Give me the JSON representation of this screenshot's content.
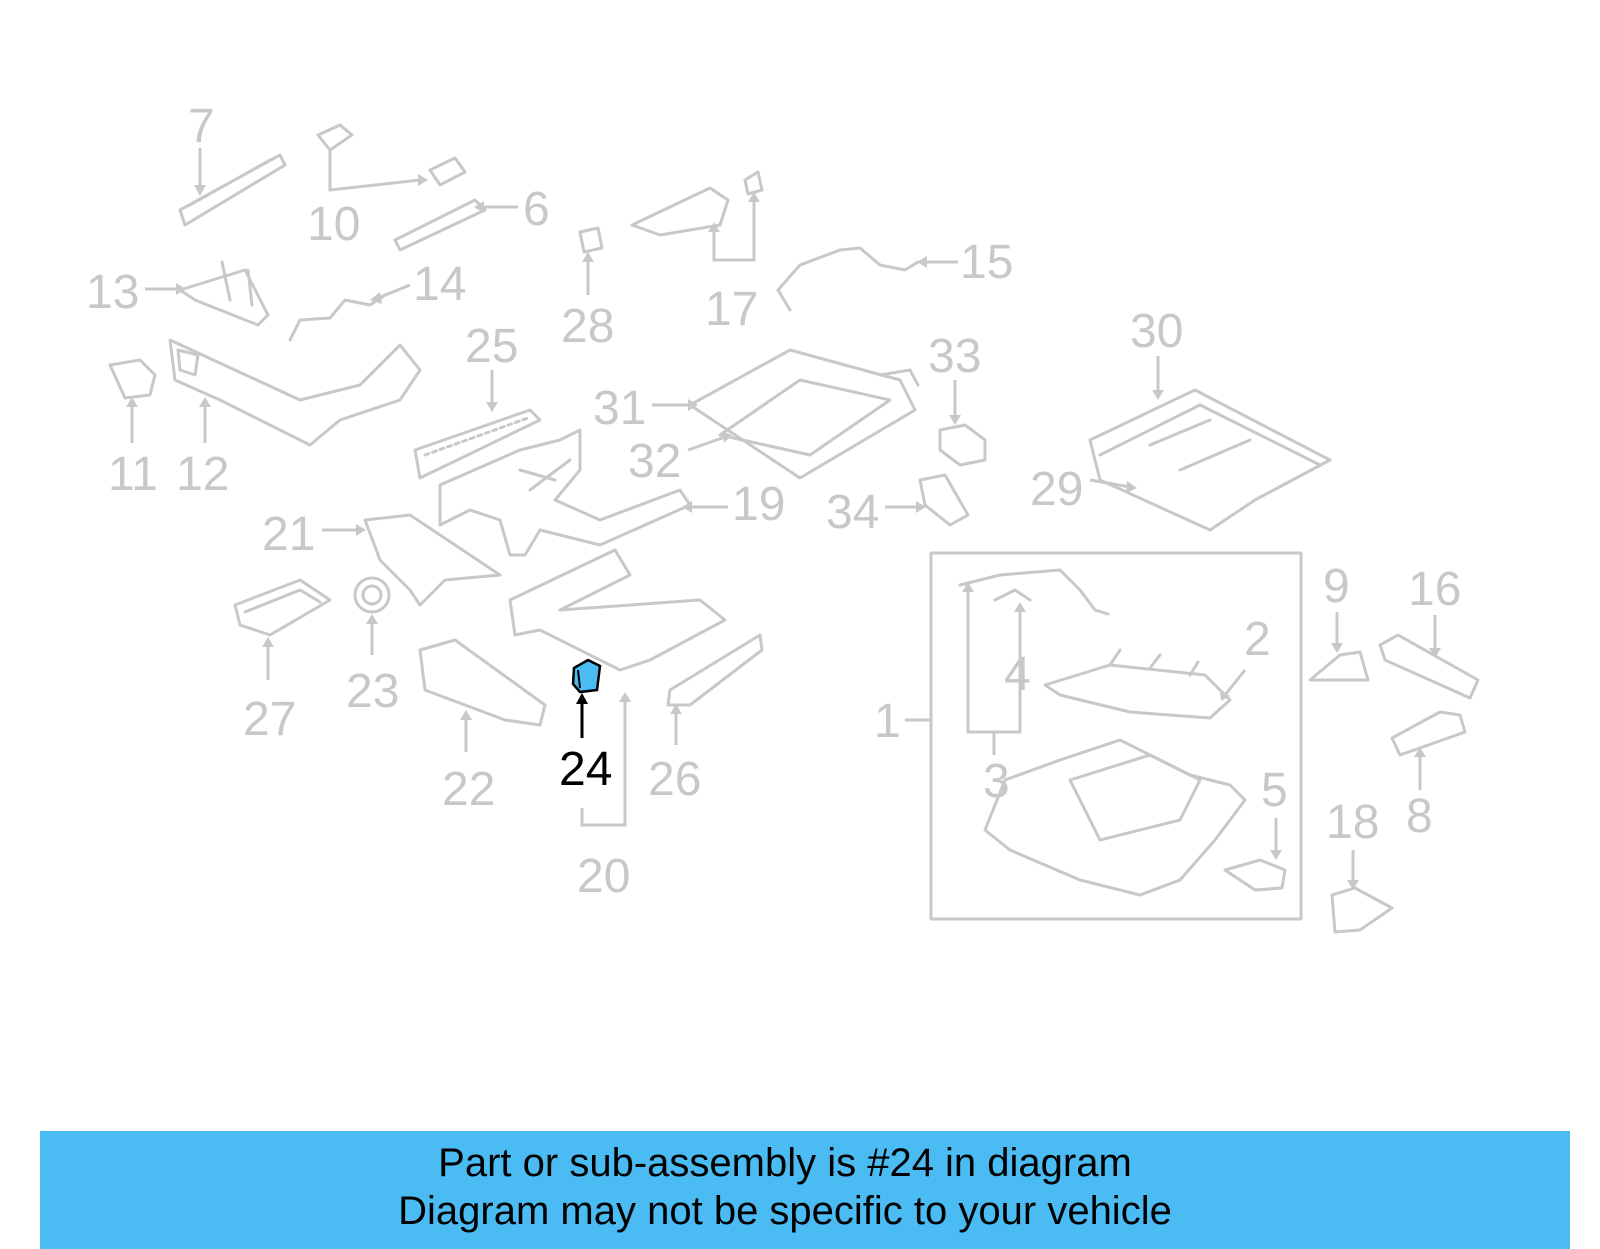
{
  "diagram": {
    "highlight_label": "24",
    "labels": [
      "7",
      "10",
      "6",
      "28",
      "17",
      "15",
      "13",
      "14",
      "25",
      "33",
      "30",
      "31",
      "32",
      "11",
      "12",
      "21",
      "19",
      "34",
      "29",
      "27",
      "23",
      "22",
      "26",
      "20",
      "1",
      "4",
      "2",
      "3",
      "5",
      "9",
      "16",
      "18",
      "8"
    ],
    "colors": {
      "banner": "#4bbcf3",
      "highlight_part": "#4bbcf3",
      "part_gray": "#c8c8c8"
    }
  },
  "banner": {
    "line1": "Part or sub-assembly is #24 in diagram",
    "line2": "Diagram may not be specific to your vehicle"
  }
}
